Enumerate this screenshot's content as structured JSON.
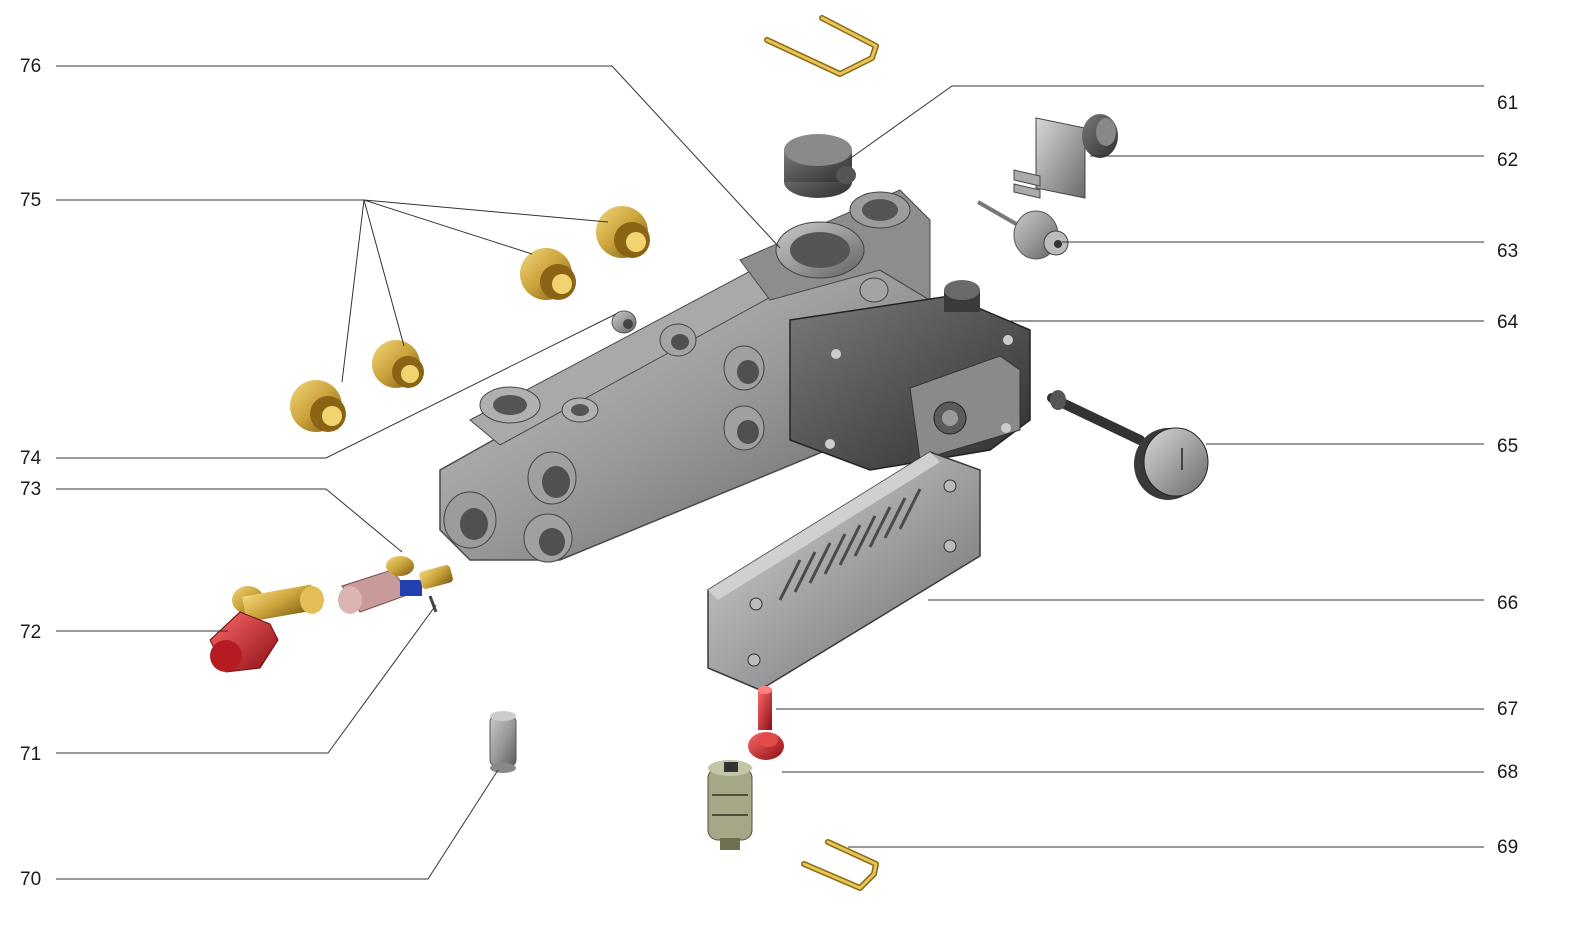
{
  "callouts": {
    "c61": "61",
    "c62": "62",
    "c63": "63",
    "c64": "64",
    "c65": "65",
    "c66": "66",
    "c67": "67",
    "c68": "68",
    "c69": "69",
    "c70": "70",
    "c71": "71",
    "c72": "72",
    "c73": "73",
    "c74": "74",
    "c75": "75",
    "c76": "76"
  },
  "colors": {
    "body_gray": "#9a9a9c",
    "dark_gray": "#4a4a4c",
    "brass": "#c9a23a",
    "red": "#c8232b",
    "pink": "#c99a9a",
    "blue": "#2340b0",
    "green_gray": "#8a8d70"
  }
}
